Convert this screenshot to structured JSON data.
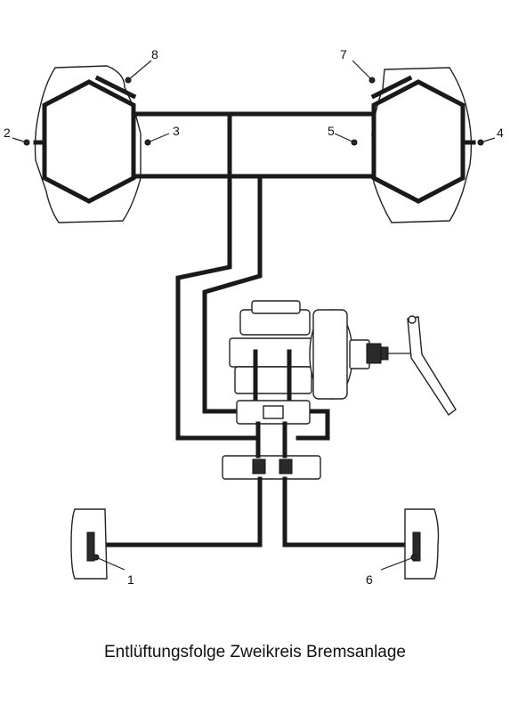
{
  "caption": "Entlüftungsfolge Zweikreis Bremsanlage",
  "bleed_points": {
    "p1": "1",
    "p2": "2",
    "p3": "3",
    "p4": "4",
    "p5": "5",
    "p6": "6",
    "p7": "7",
    "p8": "8"
  }
}
